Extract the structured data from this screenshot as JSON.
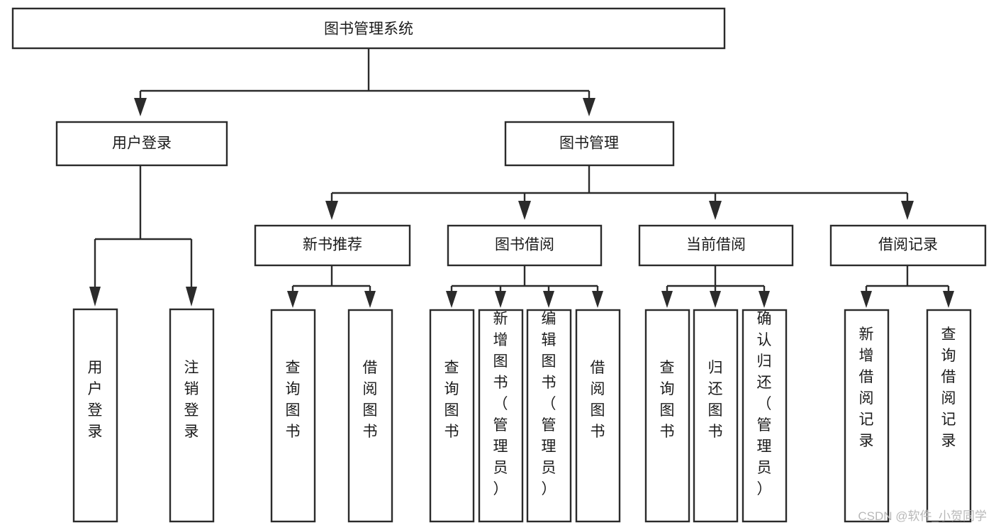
{
  "diagram": {
    "title": "图书管理系统",
    "type": "tree-hierarchy-chart",
    "colors": {
      "background": "#ffffff",
      "box_border": "#2b2b2b",
      "box_fill": "#ffffff",
      "text": "#1b1b1b",
      "connector": "#2b2b2b",
      "watermark": "#b8b8b8"
    },
    "root": {
      "label": "图书管理系统"
    },
    "level2": [
      {
        "label": "用户登录"
      },
      {
        "label": "图书管理"
      }
    ],
    "level3": [
      {
        "label": "新书推荐"
      },
      {
        "label": "图书借阅"
      },
      {
        "label": "当前借阅"
      },
      {
        "label": "借阅记录"
      }
    ],
    "leaves": {
      "user_login": [
        {
          "label": "用户登录"
        },
        {
          "label": "注销登录"
        }
      ],
      "new_book_recommend": [
        {
          "label": "查询图书"
        },
        {
          "label": "借阅图书"
        }
      ],
      "book_borrow": [
        {
          "label": "查询图书"
        },
        {
          "label": "新增图书（管理员）"
        },
        {
          "label": "编辑图书（管理员）"
        },
        {
          "label": "借阅图书"
        }
      ],
      "current_borrow": [
        {
          "label": "查询图书"
        },
        {
          "label": "归还图书"
        },
        {
          "label": "确认归还（管理员）"
        }
      ],
      "borrow_record": [
        {
          "label": "新增借阅记录"
        },
        {
          "label": "查询借阅记录"
        }
      ]
    },
    "watermark": "CSDN @软件_小贺同学"
  }
}
